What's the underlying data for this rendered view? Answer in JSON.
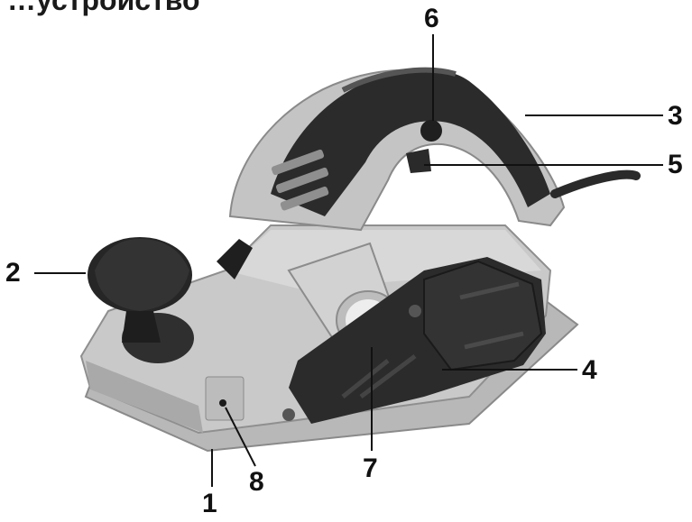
{
  "heading": "…устройство",
  "callouts": [
    {
      "id": "1",
      "label": "1"
    },
    {
      "id": "2",
      "label": "2"
    },
    {
      "id": "3",
      "label": "3"
    },
    {
      "id": "4",
      "label": "4"
    },
    {
      "id": "5",
      "label": "5"
    },
    {
      "id": "6",
      "label": "6"
    },
    {
      "id": "7",
      "label": "7"
    },
    {
      "id": "8",
      "label": "8"
    }
  ],
  "colors": {
    "body": "#c9c9c9",
    "body_shadow": "#9e9e9e",
    "dark": "#2b2b2b",
    "line": "#111111"
  }
}
